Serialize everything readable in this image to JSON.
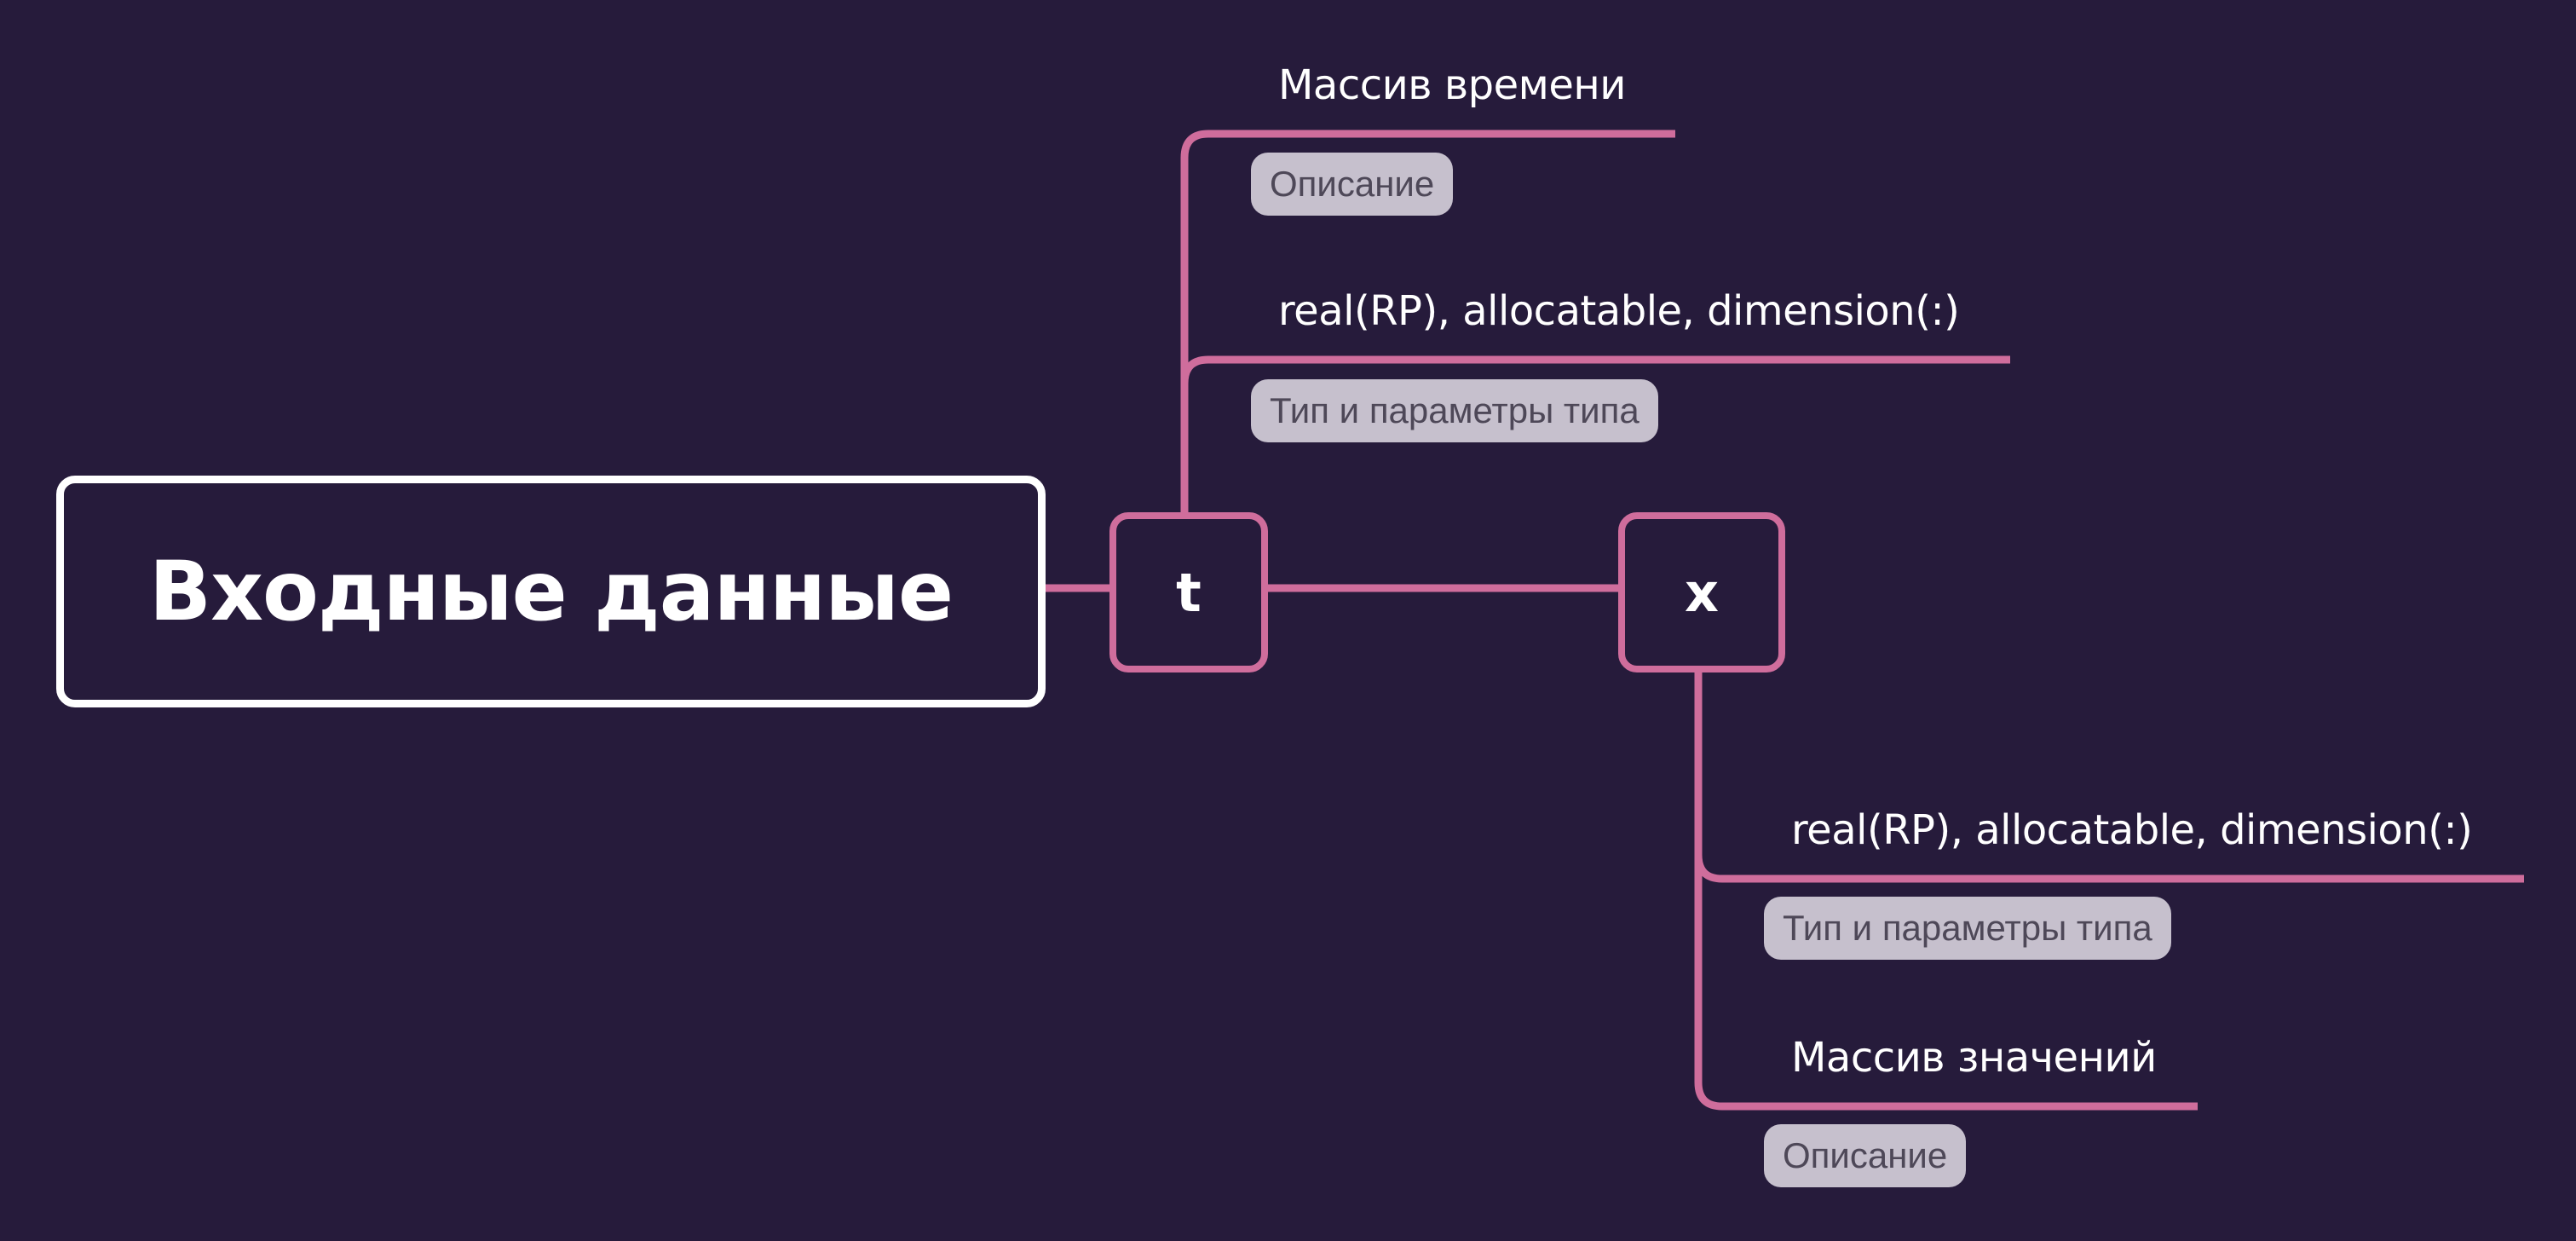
{
  "root": {
    "title": "Входные данные"
  },
  "variables": [
    {
      "name": "t",
      "description": {
        "text": "Массив времени",
        "tag": "Описание"
      },
      "type": {
        "text": "real(RP), allocatable, dimension(:)",
        "tag": "Тип и параметры типа"
      }
    },
    {
      "name": "x",
      "type": {
        "text": "real(RP), allocatable, dimension(:)",
        "tag": "Тип и параметры типа"
      },
      "description": {
        "text": "Массив значений",
        "tag": "Описание"
      }
    }
  ],
  "colors": {
    "background": "#261b3b",
    "connector": "#cf6d9c",
    "root_border": "#ffffff",
    "tag_background": "#c6c0cd",
    "tag_text": "#4e4858",
    "text": "#ffffff"
  }
}
